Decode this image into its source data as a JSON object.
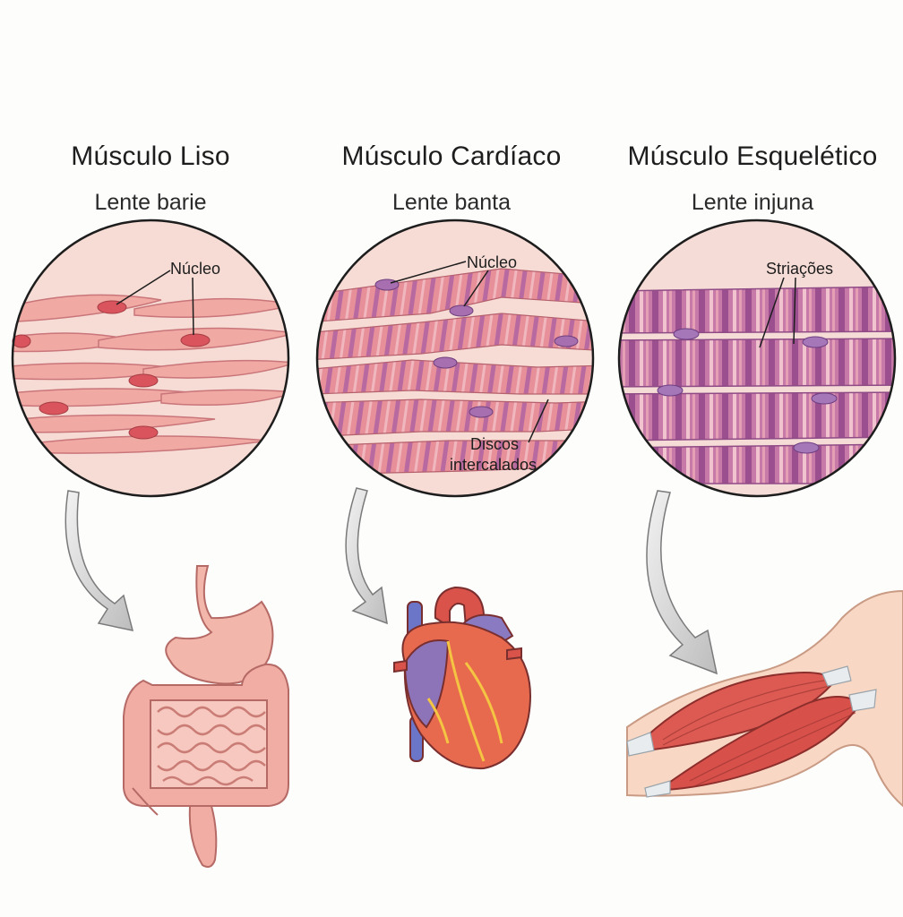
{
  "columns": [
    {
      "title": "Músculo Liso",
      "subtitle": "Lente barie",
      "labels": {
        "nucleus": "Núcleo"
      }
    },
    {
      "title": "Músculo Cardíaco",
      "subtitle": "Lente banta",
      "labels": {
        "nucleus": "Núcleo",
        "discs_line1": "Discos",
        "discs_line2": "intercalados"
      }
    },
    {
      "title": "Músculo Esquelético",
      "subtitle": "Lente injuna",
      "labels": {
        "striations": "Striações"
      }
    }
  ],
  "organs": [
    "stomach-and-intestines",
    "heart",
    "arm-muscle"
  ]
}
